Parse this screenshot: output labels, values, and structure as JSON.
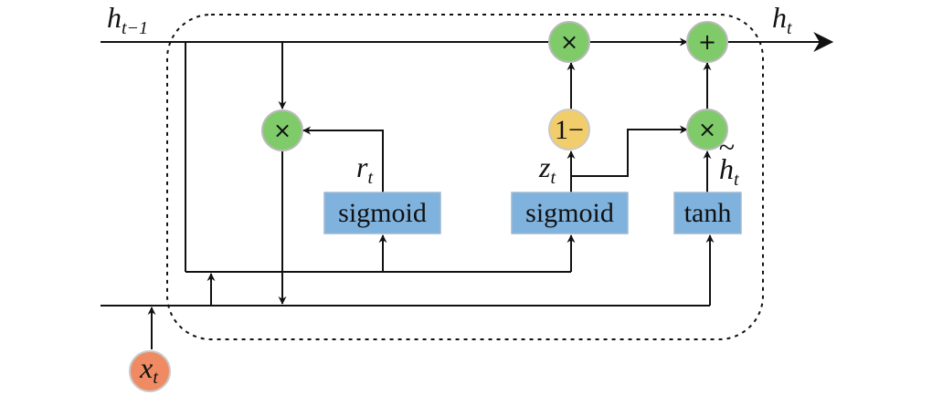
{
  "variables": {
    "h_prev": {
      "main": "h",
      "sub": "t−1"
    },
    "h_out": {
      "main": "h",
      "sub": "t"
    },
    "x_in": {
      "main": "x",
      "sub": "t"
    },
    "r_label": {
      "main": "r",
      "sub": "t"
    },
    "z_label": {
      "main": "z",
      "sub": "t"
    },
    "h_cand": {
      "main": "h",
      "sub": "t",
      "accent": "~"
    }
  },
  "gates": {
    "reset_gate": "sigmoid",
    "update_gate": "sigmoid",
    "candidate": "tanh"
  },
  "operators": {
    "multiply": "×",
    "add": "+",
    "one_minus": "1−"
  },
  "colors": {
    "gate_box": "#7fb2dd",
    "op_green": "#7fcb6a",
    "op_yellow": "#f2cd6b",
    "op_orange": "#ef8a62"
  }
}
